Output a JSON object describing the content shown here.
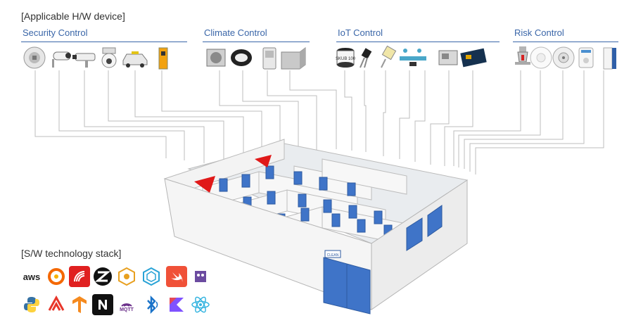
{
  "headers": {
    "hw": "[Applicable H/W device]",
    "sw": "[S/W technology stack]"
  },
  "categories": [
    {
      "label": "Security Control"
    },
    {
      "label": "Climate Control"
    },
    {
      "label": "IoT Control"
    },
    {
      "label": "Risk Control"
    }
  ],
  "sensor_label": "SKUB 100",
  "door_sign": "CLEAN",
  "sw_icons_row1": [
    "aws",
    "grafana",
    "espressif",
    "zigbee",
    "home-assistant",
    "openhab",
    "swift",
    "owasp"
  ],
  "sw_icons_row2": [
    "python",
    "svelte",
    "tensorflow",
    "nfc",
    "mqtt",
    "bluetooth",
    "kotlin",
    "react"
  ],
  "mqtt_label": "MQTT",
  "aws_label": "aws",
  "colors": {
    "accent": "#3a66a8",
    "door": "#3f74c8",
    "warning": "#e01919"
  }
}
